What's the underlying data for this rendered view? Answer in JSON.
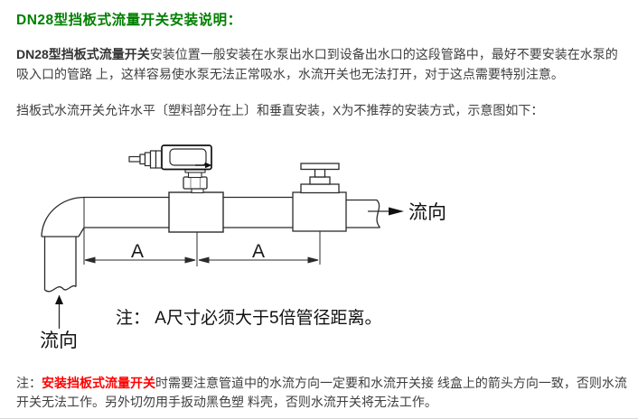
{
  "header": {
    "title": "DN28型挡板式流量开关安装说明："
  },
  "intro": {
    "lead_bold": "DN28型挡板式流量开关",
    "body": "安装位置一般安装在水泵出水口到设备出水口的这段管路中，最好不要安装在水泵的吸入口的管路 上，这样容易使水泵无法正常吸水，水流开关也无法打开，对于这点需要特别注意。"
  },
  "install_line": {
    "text": "挡板式水流开关允许水平〔塑料部分在上〕和垂直安装，X为不推荐的安装方式，示意图如下："
  },
  "diagram": {
    "flow_right_label": "流向",
    "flow_bottom_label": "流向",
    "dim_a_left": "A",
    "dim_a_right": "A",
    "note": "注： A尺寸必须大于5倍管径距离。"
  },
  "footnote": {
    "prefix": "注：",
    "highlight": "安装挡板式流量开关",
    "body": "时需要注意管道中的水流方向一定要和水流开关接 线盒上的箭头方向一致，否则水流开关无法工作。另外切勿用手扳动黑色塑 料壳，否则水流开关将无法工作。"
  },
  "colors": {
    "heading_green": "#008000",
    "body_text": "#3f3f3f",
    "warning_red": "#ff0000",
    "drawing_line": "#2b2b2b"
  }
}
